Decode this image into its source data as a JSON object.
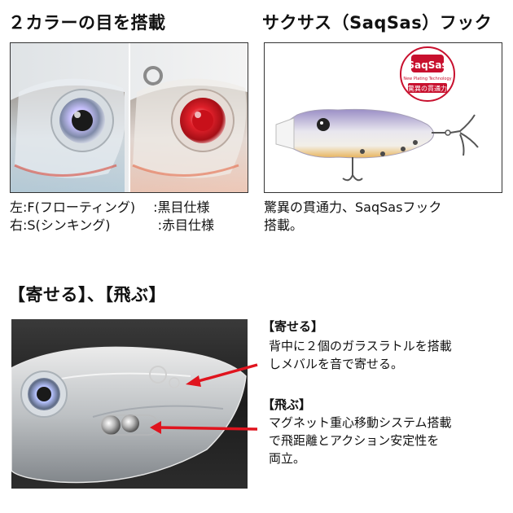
{
  "section_eyes": {
    "title": "２カラーの目を搭載",
    "caption_floating_prefix": "左:F(フローティング)",
    "caption_floating_spec": ":黒目仕様",
    "caption_sinking_prefix": "右:S(シンキング)",
    "caption_sinking_spec": ":赤目仕様"
  },
  "section_hook": {
    "title": "サクサス（SaqSas）フック",
    "badge_logo": "SaqSas",
    "badge_subtitle": "New Plating Technology",
    "badge_tagline": "驚異の貫通力",
    "caption_line1": "驚異の貫通力、SaqSasフック",
    "caption_line2": "搭載。"
  },
  "section_features": {
    "title": "【寄せる】、【飛ぶ】",
    "attract_title": "【寄せる】",
    "attract_line1": "背中に２個のガラスラトルを搭載",
    "attract_line2": "しメバルを音で寄せる。",
    "cast_title": "【飛ぶ】",
    "cast_line1": "マグネット重心移動システム搭載",
    "cast_line2": "で飛距離とアクション安定性を",
    "cast_line3": "両立。"
  },
  "colors": {
    "arrow": "#e0141e",
    "badge_red": "#c8102e",
    "eye_black": "#1a1a1a",
    "eye_red": "#d4141c",
    "lure_purple": "#9b8fc6"
  }
}
